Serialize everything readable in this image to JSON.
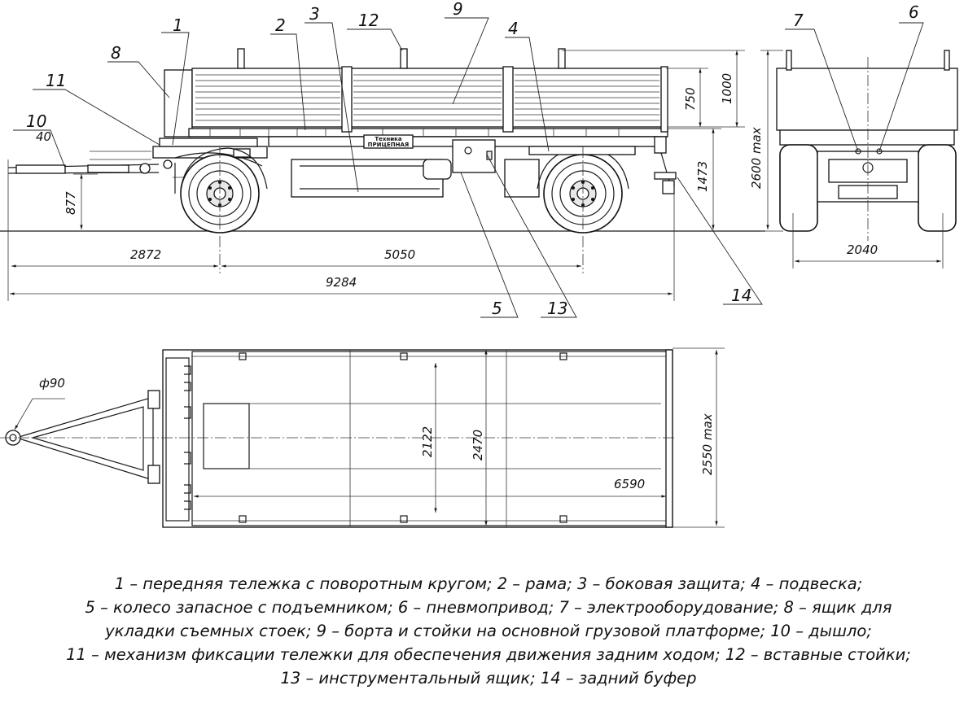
{
  "callouts": {
    "n1": "1",
    "n2": "2",
    "n3": "3",
    "n4": "4",
    "n5": "5",
    "n6": "6",
    "n7": "7",
    "n8": "8",
    "n9": "9",
    "n10": "10",
    "n11": "11",
    "n12": "12",
    "n13": "13",
    "n14": "14"
  },
  "dimensions": {
    "d40": "40",
    "d877": "877",
    "d2872": "2872",
    "d5050": "5050",
    "d9284": "9284",
    "d750": "750",
    "d1000": "1000",
    "d1473": "1473",
    "d2600": "2600 max",
    "d2040": "2040",
    "d90": "ф90",
    "d2122": "2122",
    "d2470": "2470",
    "d2550": "2550 max",
    "d6590": "6590"
  },
  "plate": {
    "brand": "Техника",
    "line": "ПРИЦЕПНАЯ"
  },
  "caption": [
    "1 – передняя тележка с поворотным кругом; 2 – рама; 3 – боковая защита; 4 – подвеска;",
    "5 – колесо запасное с подъемником; 6 – пневмопривод; 7 – электрооборудование; 8 – ящик для",
    "укладки съемных стоек; 9 – борта и стойки на основной грузовой платформе; 10 – дышло;",
    "11 – механизм фиксации тележки для обеспечения движения задним ходом; 12 – вставные стойки;",
    "13 – инструментальный ящик; 14 – задний буфер"
  ]
}
